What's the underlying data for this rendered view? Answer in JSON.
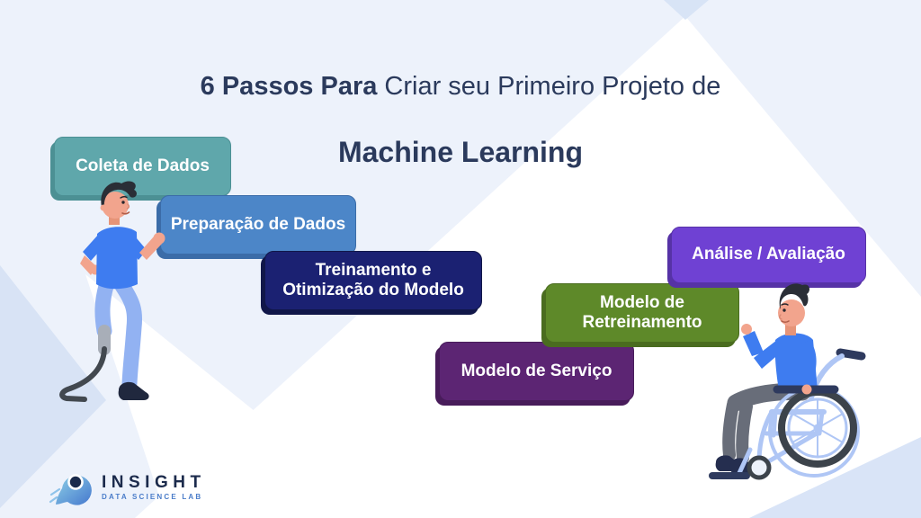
{
  "title": {
    "line1_bold": "6 Passos Para",
    "line1_regular": " Criar seu Primeiro Projeto de",
    "line2_bold": "Machine Learning",
    "text_color": "#2B3A5C"
  },
  "steps": [
    {
      "label": "Coleta de Dados",
      "color": "#5FA7AB",
      "shadow_color": "#4C9094"
    },
    {
      "label": "Preparação de Dados",
      "color": "#4C86C8",
      "shadow_color": "#3B6CA8"
    },
    {
      "label": "Treinamento e\nOtimização do Modelo",
      "color": "#1B2172",
      "shadow_color": "#111749"
    },
    {
      "label": "Modelo de Serviço",
      "color": "#5C2573",
      "shadow_color": "#481C5A"
    },
    {
      "label": "Modelo de\nRetreinamento",
      "color": "#5E8929",
      "shadow_color": "#4A6C1F"
    },
    {
      "label": "Análise / Avaliação",
      "color": "#6F41D3",
      "shadow_color": "#5632A6"
    }
  ],
  "logo": {
    "name": "INSIGHT",
    "tagline": "DATA SCIENCE LAB",
    "name_color": "#1C2B4C",
    "tagline_color": "#4A7CC9"
  },
  "illustrations": {
    "left": "man walking with prosthetic running blade",
    "right": "man in wheelchair waving"
  },
  "colors": {
    "background": "#EDF2FB",
    "background_white": "#FFFFFF",
    "background_accent": "#D8E3F5",
    "box_text": "#FFFFFF"
  }
}
